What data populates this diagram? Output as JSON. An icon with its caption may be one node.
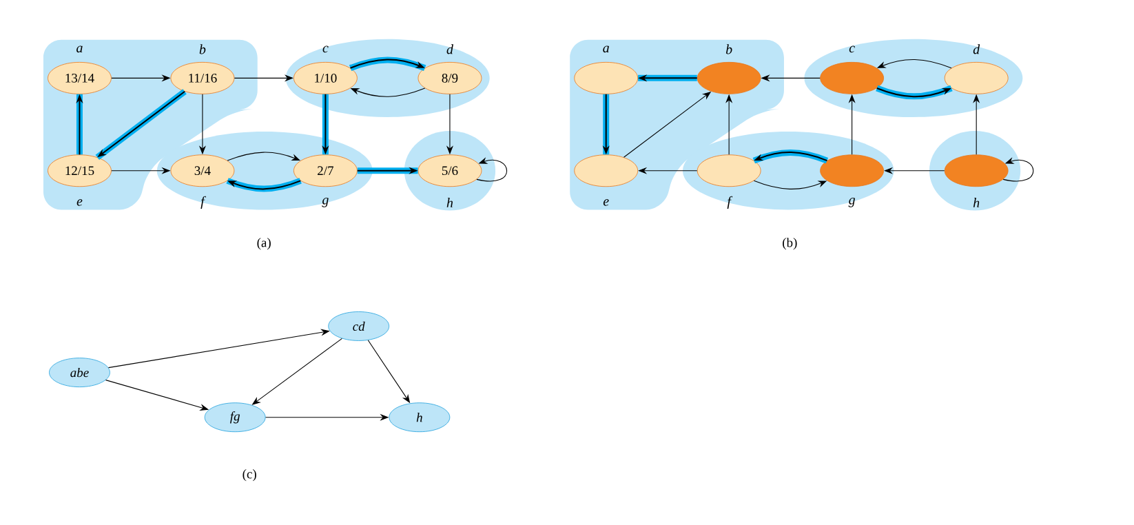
{
  "diagram": {
    "nodes": [
      {
        "text": [],
        "shape": "blob"
      },
      {
        "text": [
          "13/14"
        ],
        "beside": [
          "a"
        ],
        "in": 0
      },
      {
        "text": [
          "11/16"
        ],
        "beside": [
          "b"
        ],
        "in": 0
      },
      {
        "text": [
          "12/15"
        ],
        "beside": [
          "e"
        ],
        "in": 0
      },
      {
        "text": [],
        "shape": "ellipse"
      },
      {
        "text": [
          "1/10"
        ],
        "beside": [
          "c"
        ],
        "in": 4
      },
      {
        "text": [
          "8/9"
        ],
        "beside": [
          "d"
        ],
        "in": 4
      },
      {
        "text": [],
        "shape": "ellipse"
      },
      {
        "text": [
          "3/4"
        ],
        "beside": [
          "f"
        ],
        "in": 7
      },
      {
        "text": [
          "2/7"
        ],
        "beside": [
          "g"
        ],
        "in": 7
      },
      {
        "text": [],
        "shape": "ellipse"
      },
      {
        "text": [
          "5/6"
        ],
        "beside": [
          "h"
        ],
        "in": 10
      },
      {
        "text": [],
        "shape": "blob"
      },
      {
        "text": [],
        "shape": "ellipse",
        "beside": [
          "a"
        ],
        "in": 12
      },
      {
        "text": [],
        "shape": "ellipse",
        "beside": [
          "b"
        ],
        "in": 12
      },
      {
        "text": [],
        "shape": "ellipse",
        "beside": [
          "e"
        ],
        "in": 12
      },
      {
        "text": [],
        "shape": "ellipse"
      },
      {
        "text": [],
        "shape": "ellipse",
        "beside": [
          "c"
        ],
        "in": 16
      },
      {
        "text": [],
        "shape": "ellipse",
        "beside": [
          "d"
        ],
        "in": 16
      },
      {
        "text": [],
        "shape": "ellipse"
      },
      {
        "text": [],
        "shape": "ellipse",
        "beside": [
          "f"
        ],
        "in": 19
      },
      {
        "text": [],
        "shape": "ellipse",
        "beside": [
          "g"
        ],
        "in": 19
      },
      {
        "text": [],
        "shape": "ellipse"
      },
      {
        "text": [],
        "shape": "ellipse",
        "beside": [
          "h"
        ],
        "in": 22
      },
      {
        "text": [
          "abe"
        ]
      },
      {
        "text": [
          "cd"
        ]
      },
      {
        "text": [
          "fg"
        ]
      },
      {
        "text": [
          "h"
        ]
      }
    ],
    "edges": [
      {
        "from": 1,
        "to": 2,
        "arrow": "to"
      },
      {
        "from": 2,
        "to": 5,
        "arrow": "to"
      },
      {
        "from": 5,
        "to": 6,
        "arrow": "to",
        "style": "thick",
        "color": "#00aeef"
      },
      {
        "from": 6,
        "to": 5,
        "arrow": "to"
      },
      {
        "from": 2,
        "to": 3,
        "arrow": "to",
        "style": "thick",
        "color": "#00aeef"
      },
      {
        "from": 2,
        "to": 8,
        "arrow": "to"
      },
      {
        "from": 5,
        "to": 9,
        "arrow": "to",
        "style": "thick",
        "color": "#00aeef"
      },
      {
        "from": 6,
        "to": 11,
        "arrow": "to"
      },
      {
        "from": 3,
        "to": 1,
        "arrow": "to",
        "style": "thick",
        "color": "#00aeef"
      },
      {
        "from": 3,
        "to": 8,
        "arrow": "to"
      },
      {
        "from": 8,
        "to": 9,
        "arrow": "to"
      },
      {
        "from": 9,
        "to": 8,
        "arrow": "to",
        "style": "thick",
        "color": "#00aeef"
      },
      {
        "from": 9,
        "to": 11,
        "arrow": "to",
        "style": "thick",
        "color": "#00aeef"
      },
      {
        "from": 11,
        "to": 11,
        "arrow": "to"
      },
      {
        "from": 14,
        "to": 13,
        "arrow": "to",
        "style": "thick",
        "color": "#00aeef"
      },
      {
        "from": 17,
        "to": 14,
        "arrow": "to"
      },
      {
        "from": 18,
        "to": 17,
        "arrow": "to"
      },
      {
        "from": 17,
        "to": 18,
        "arrow": "to",
        "style": "thick",
        "color": "#00aeef"
      },
      {
        "from": 13,
        "to": 15,
        "arrow": "to",
        "style": "thick",
        "color": "#00aeef"
      },
      {
        "from": 15,
        "to": 14,
        "arrow": "to"
      },
      {
        "from": 20,
        "to": 14,
        "arrow": "to"
      },
      {
        "from": 21,
        "to": 17,
        "arrow": "to"
      },
      {
        "from": 23,
        "to": 18,
        "arrow": "to"
      },
      {
        "from": 20,
        "to": 15,
        "arrow": "to"
      },
      {
        "from": 21,
        "to": 20,
        "arrow": "to",
        "style": "thick",
        "color": "#00aeef"
      },
      {
        "from": 20,
        "to": 21,
        "arrow": "to"
      },
      {
        "from": 23,
        "to": 21,
        "arrow": "to"
      },
      {
        "from": 23,
        "to": 23,
        "arrow": "to"
      },
      {
        "from": 24,
        "to": 25,
        "arrow": "to"
      },
      {
        "from": 24,
        "to": 26,
        "arrow": "to"
      },
      {
        "from": 25,
        "to": 26,
        "arrow": "to"
      },
      {
        "from": 25,
        "to": 27,
        "arrow": "to"
      },
      {
        "from": 26,
        "to": 27,
        "arrow": "to"
      }
    ],
    "labels": [
      "(a)",
      "(b)",
      "(c)"
    ]
  }
}
